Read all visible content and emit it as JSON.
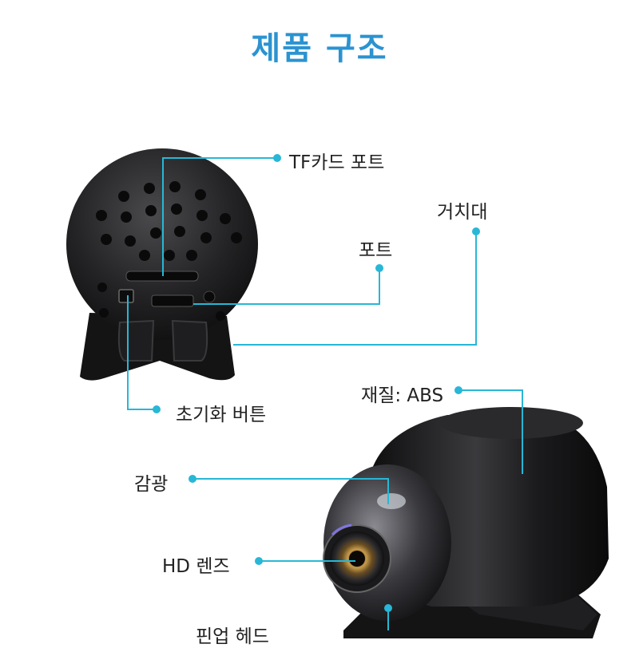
{
  "title": "제품 구조",
  "labels": {
    "tf_card_port": "TF카드 포트",
    "stand": "거치대",
    "port": "포트",
    "reset_button": "초기화 버튼",
    "material": "재질: ABS",
    "light_sensor": "감광",
    "hd_lens": "HD 렌즈",
    "pinout_head": "핀업 헤드"
  },
  "colors": {
    "title": "#2b93d1",
    "callout": "#28b7d6",
    "device": "#1c1c1e"
  }
}
